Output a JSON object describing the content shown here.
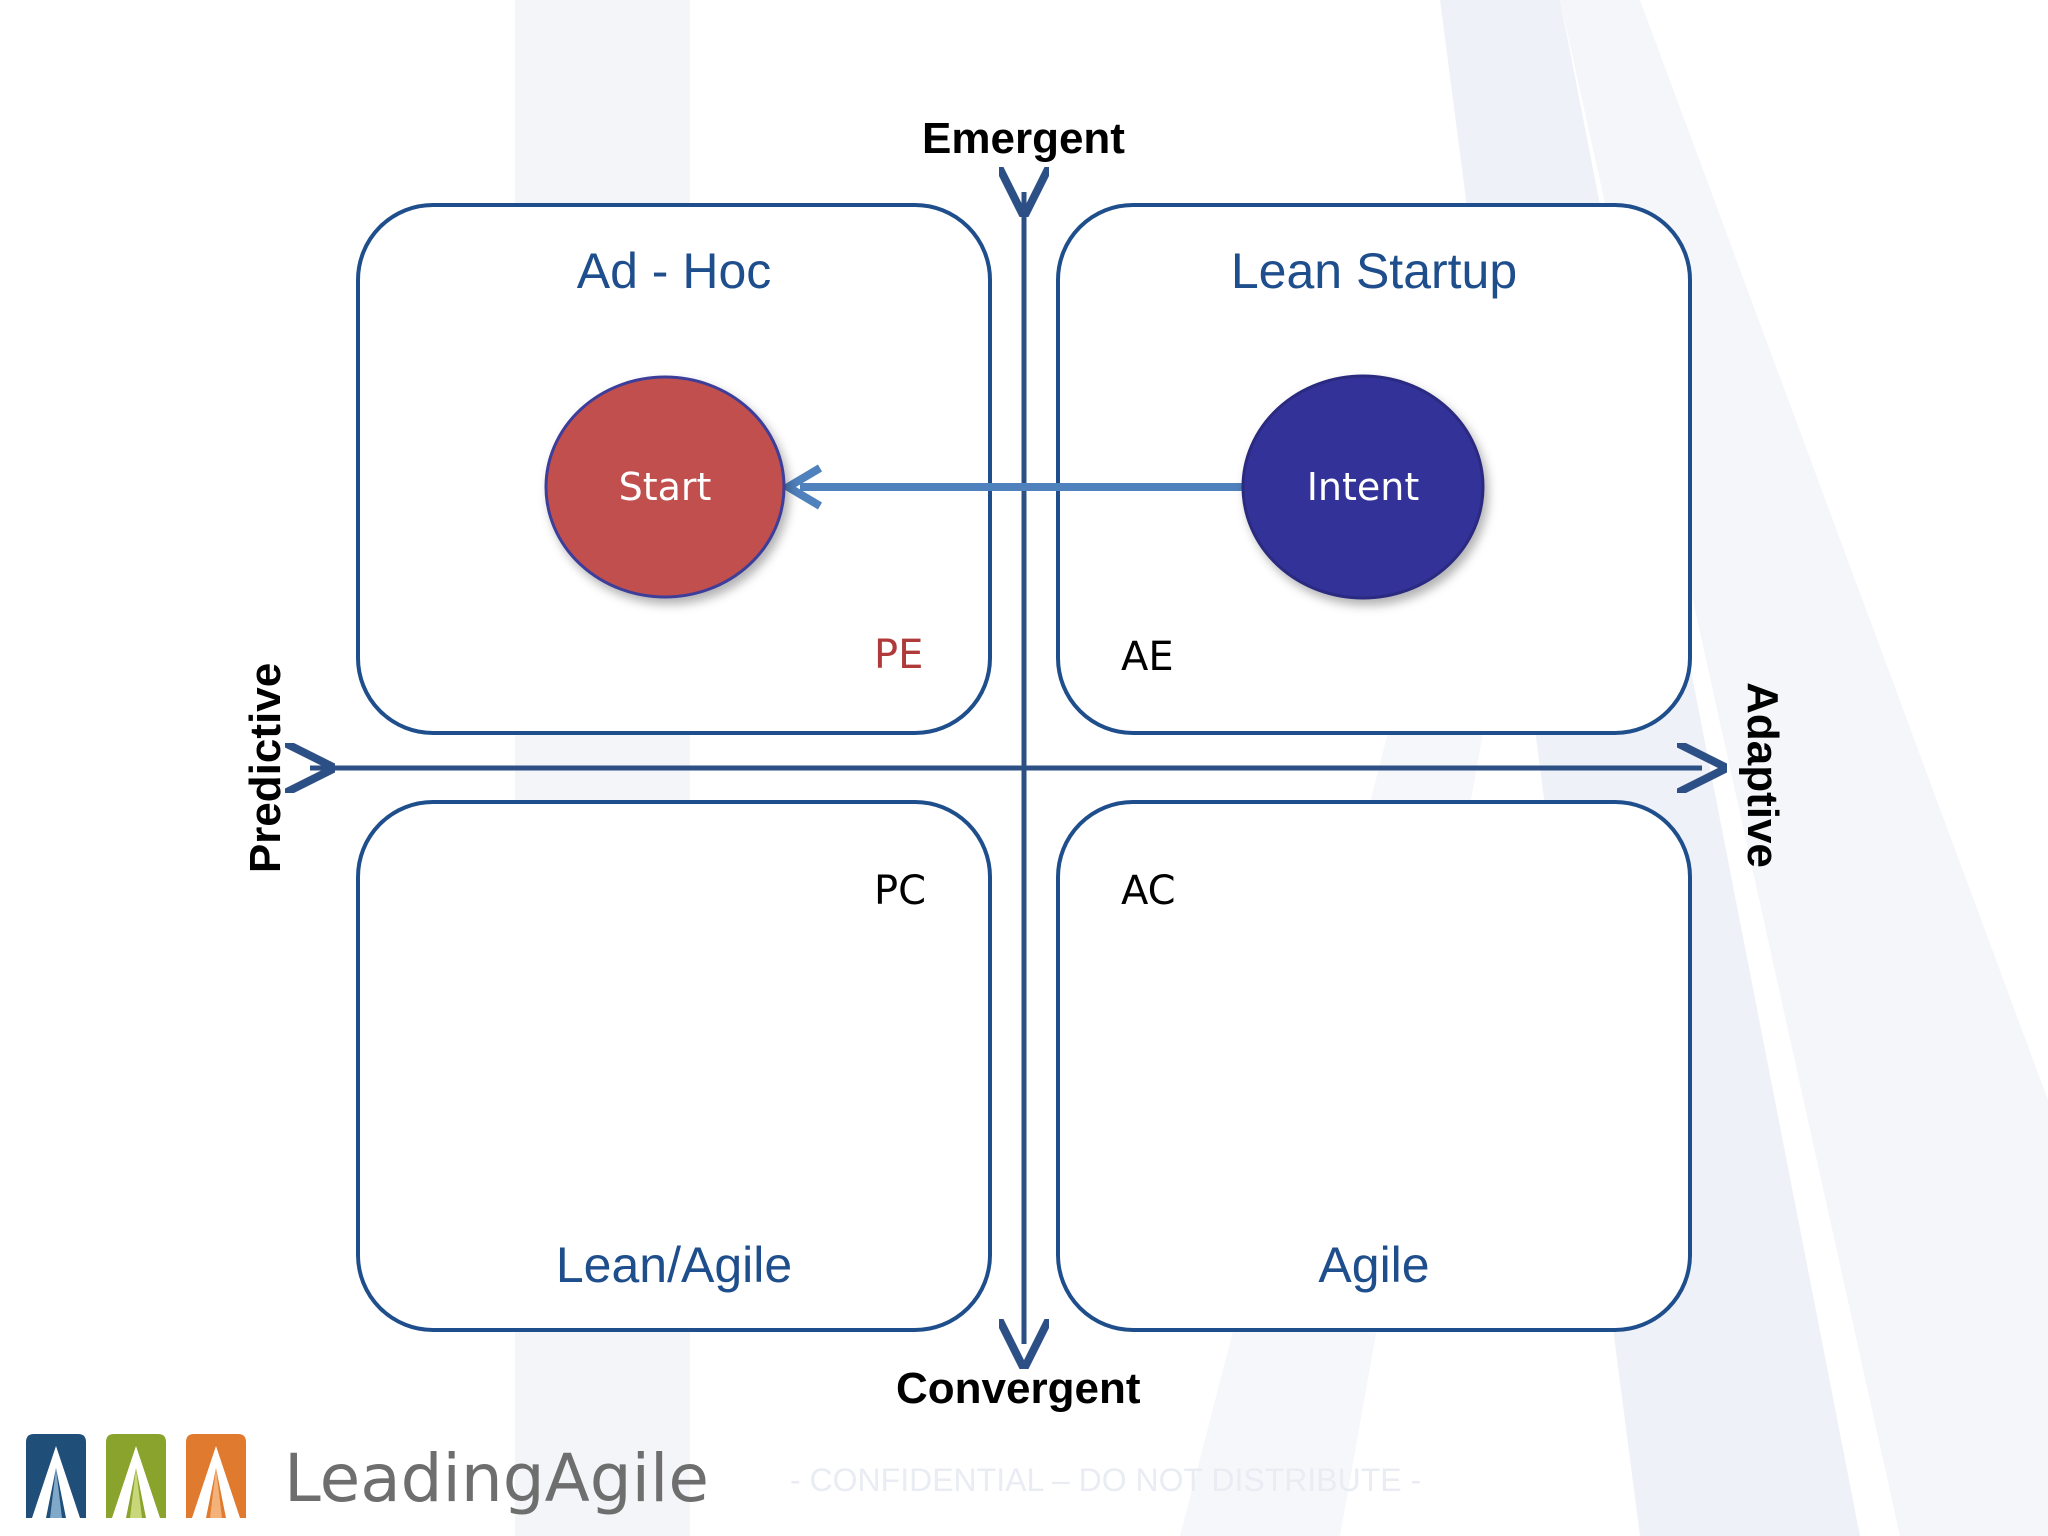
{
  "axes": {
    "top": "Emergent",
    "bottom": "Convergent",
    "left": "Predictive",
    "right": "Adaptive"
  },
  "quadrants": {
    "top_left": {
      "title": "Ad - Hoc",
      "code": "PE"
    },
    "top_right": {
      "title": "Lean Startup",
      "code": "AE"
    },
    "bottom_left": {
      "title": "Lean/Agile",
      "code": "PC"
    },
    "bottom_right": {
      "title": "Agile",
      "code": "AC"
    }
  },
  "nodes": {
    "start": "Start",
    "intent": "Intent"
  },
  "footer": {
    "brand": "LeadingAgile",
    "note": "- CONFIDENTIAL – DO NOT DISTRIBUTE -"
  },
  "colors": {
    "frame": "#1f4e8c",
    "axis": "#2c4f86",
    "start_fill": "#c0504d",
    "intent_fill": "#333399",
    "arrow": "#4f81bd",
    "code_pe": "#b03a3a"
  }
}
